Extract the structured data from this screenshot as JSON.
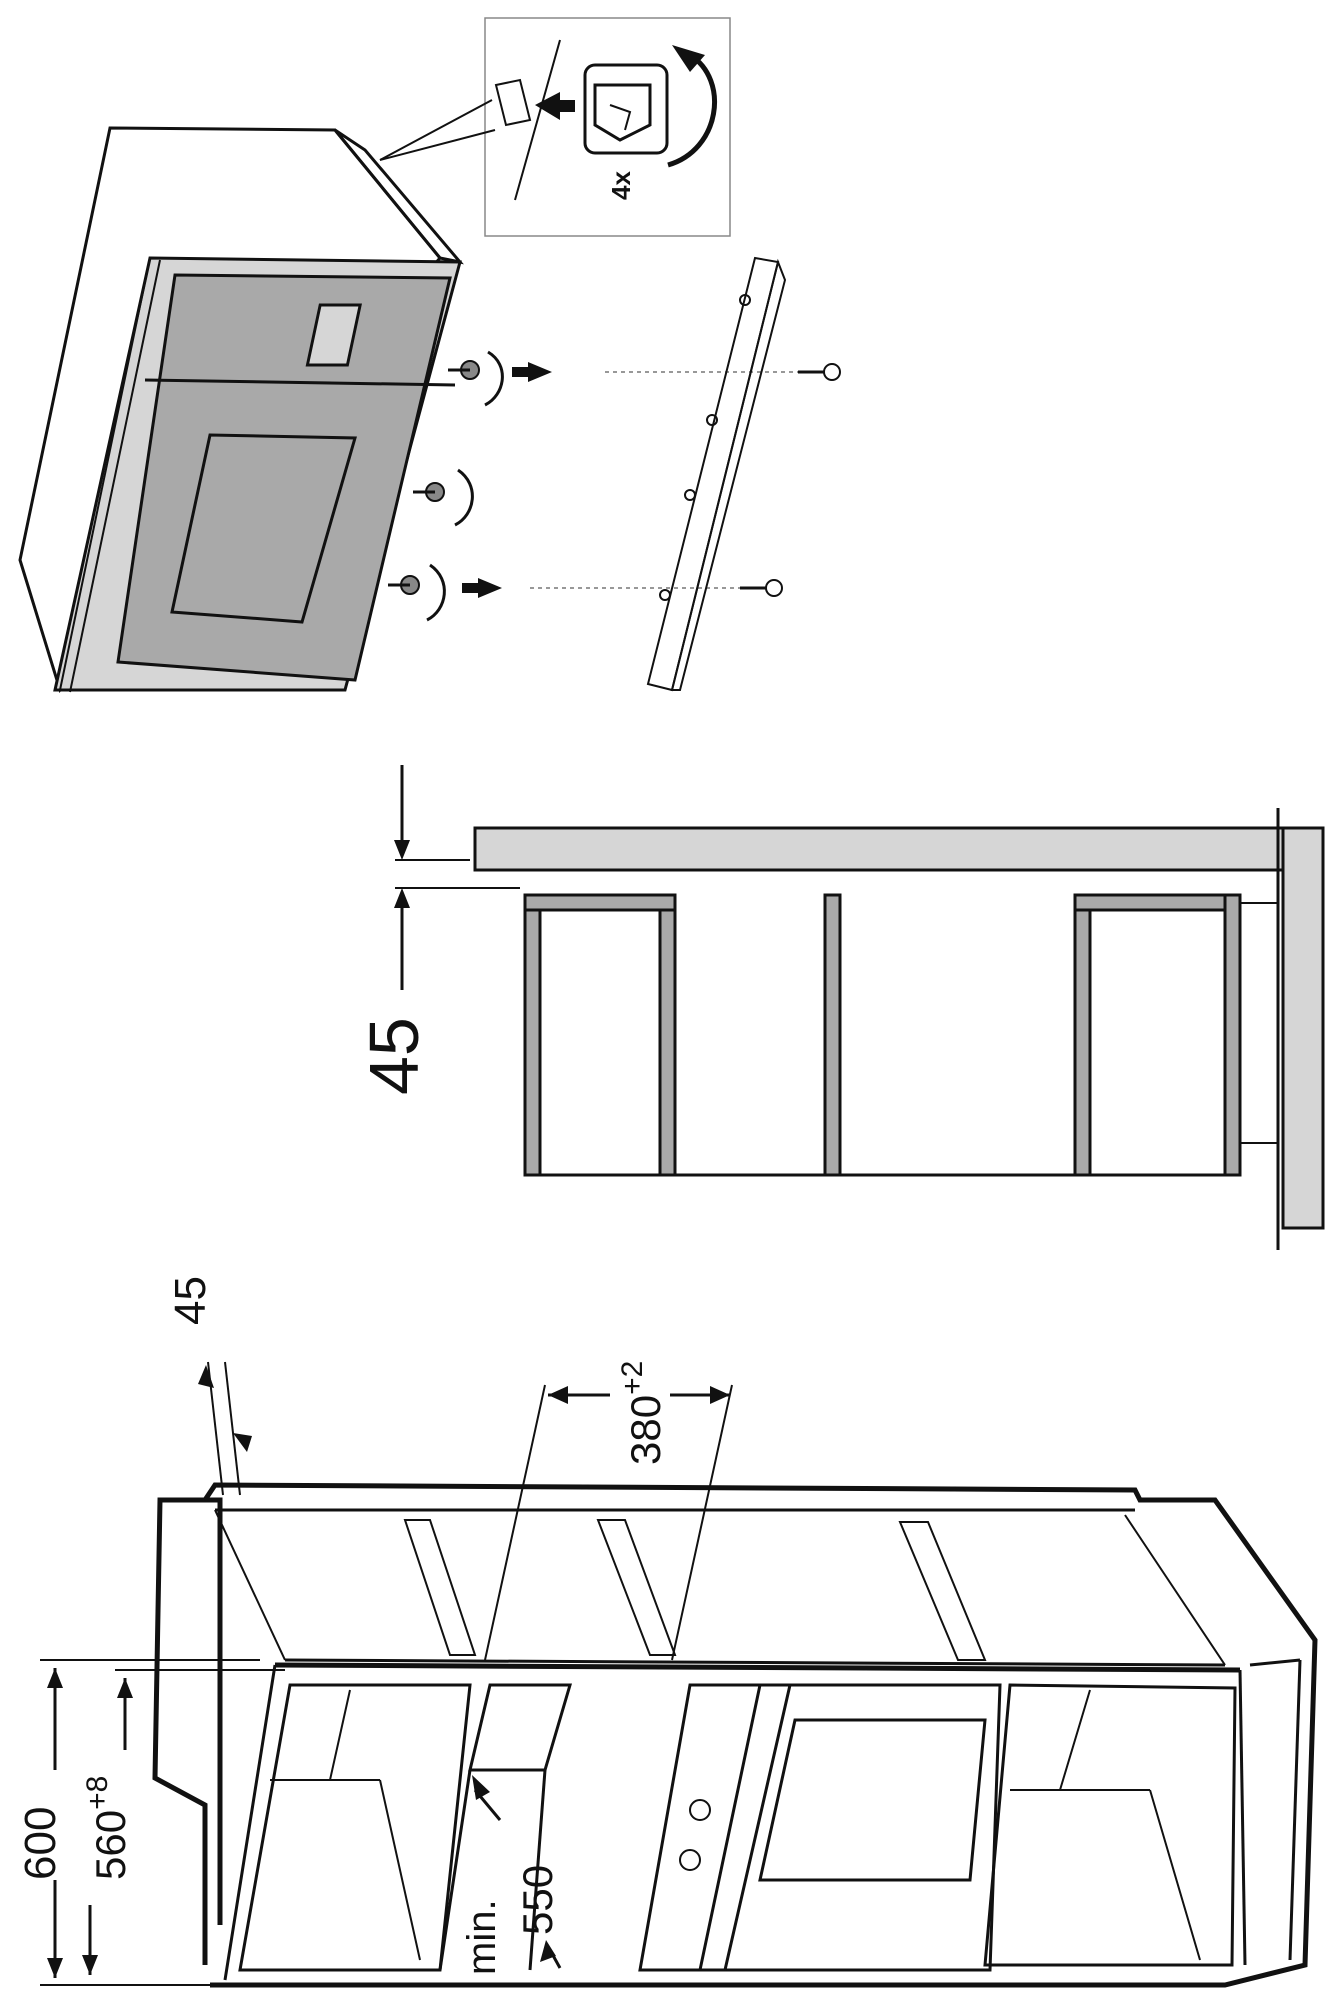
{
  "panel_top": {
    "multiplier_label": "4x"
  },
  "panel_middle": {
    "gap_label": "45"
  },
  "panel_bottom": {
    "top_gap_label": "45",
    "spacing_label_base": "380",
    "spacing_label_tol": "+2",
    "height_label": "600",
    "niche_label_base": "560",
    "niche_label_tol": "+8",
    "min_label": "min.",
    "depth_label": "550"
  }
}
